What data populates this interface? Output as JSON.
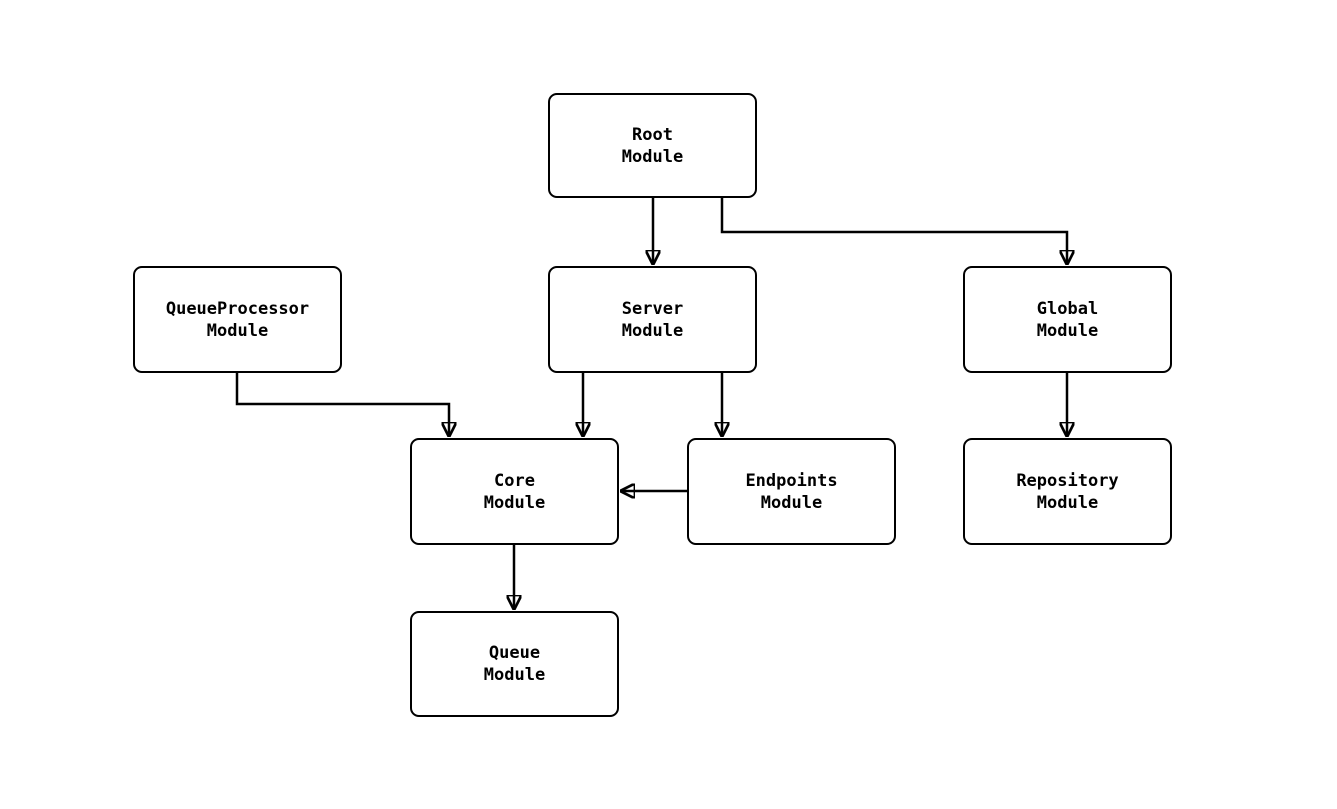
{
  "diagram": {
    "type": "module-dependency-graph",
    "background_color": "#ffffff",
    "node_fill": "#ffffff",
    "node_border_color": "#000000",
    "edge_color": "#000000",
    "nodes": {
      "root": {
        "line1": "Root",
        "line2": "Module"
      },
      "queueprocessor": {
        "line1": "QueueProcessor",
        "line2": "Module"
      },
      "server": {
        "line1": "Server",
        "line2": "Module"
      },
      "global": {
        "line1": "Global",
        "line2": "Module"
      },
      "core": {
        "line1": "Core",
        "line2": "Module"
      },
      "endpoints": {
        "line1": "Endpoints",
        "line2": "Module"
      },
      "repository": {
        "line1": "Repository",
        "line2": "Module"
      },
      "queue": {
        "line1": "Queue",
        "line2": "Module"
      }
    },
    "edges": [
      {
        "from": "Root Module",
        "to": "Server Module"
      },
      {
        "from": "Root Module",
        "to": "Global Module"
      },
      {
        "from": "QueueProcessor Module",
        "to": "Core Module"
      },
      {
        "from": "Server Module",
        "to": "Core Module"
      },
      {
        "from": "Server Module",
        "to": "Endpoints Module"
      },
      {
        "from": "Endpoints Module",
        "to": "Core Module"
      },
      {
        "from": "Global Module",
        "to": "Repository Module"
      },
      {
        "from": "Core Module",
        "to": "Queue Module"
      }
    ]
  }
}
